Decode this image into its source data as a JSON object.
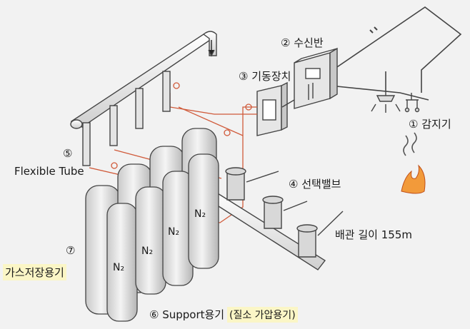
{
  "labels": {
    "l1": "① 감지기",
    "l2": "② 수신반",
    "l3": "③ 기동장치",
    "l4": "④ 선택밸브",
    "l5": "⑤",
    "l5b": "Flexible Tube",
    "l6": "⑥ Support용기",
    "l6b": "(질소 가압용기)",
    "l7": "⑦",
    "l7b": "가스저장용기",
    "pipe": "배관 길이 155m"
  },
  "cylinders": [
    "N₂",
    "N₂",
    "N₂",
    "N₂"
  ],
  "colors": {
    "wire": "#d05a3a",
    "line": "#444444",
    "highlight": "#fbf6c6",
    "fire": "#e07020"
  }
}
